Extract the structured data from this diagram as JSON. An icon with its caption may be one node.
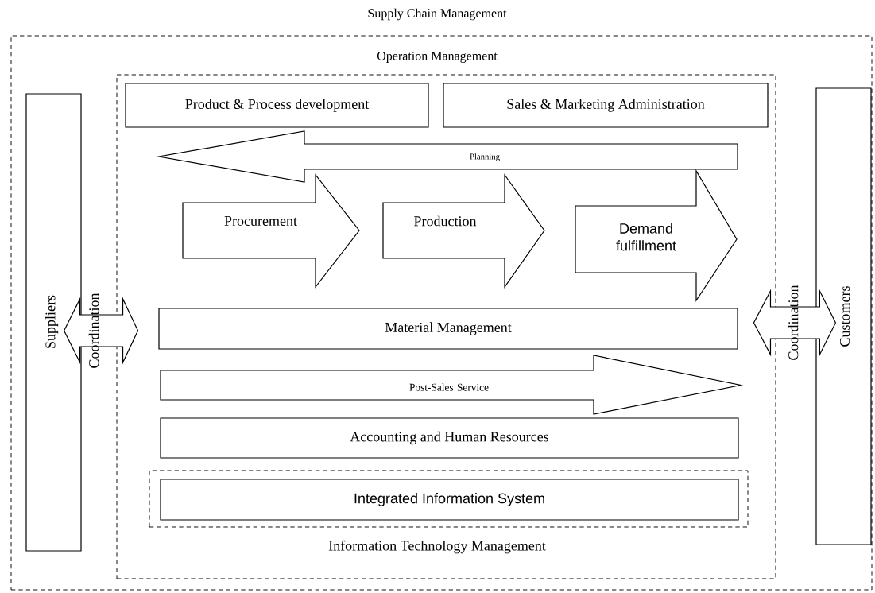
{
  "diagram": {
    "nodes": [
      {
        "text": [
          "Supply Chain Management"
        ]
      },
      {
        "text": [
          "Operation Management"
        ],
        "in": 0
      },
      {
        "text": [
          "Product & Process development"
        ],
        "in": 1
      },
      {
        "text": [
          "Sales & Marketing Administration"
        ],
        "in": 1
      },
      {
        "text": [
          "Planning"
        ],
        "in": 1
      },
      {
        "text": [
          "Procurement"
        ],
        "in": 1
      },
      {
        "text": [
          "Production"
        ],
        "in": 1
      },
      {
        "text": [
          "Demand fulfillment"
        ],
        "in": 1
      },
      {
        "text": [
          "Material Management"
        ],
        "in": 1
      },
      {
        "text": [
          "Post-Sales Service"
        ],
        "in": 1
      },
      {
        "text": [
          "Accounting and Human Resources"
        ],
        "in": 1
      },
      {
        "text": [
          "Information Technology Management"
        ],
        "in": 1
      },
      {
        "text": [
          "Integrated Information System"
        ],
        "in": 11
      },
      {
        "text": [
          "Suppliers"
        ],
        "in": 0
      },
      {
        "text": [
          "Customers"
        ],
        "in": 0
      }
    ],
    "edges": [
      {
        "from": 13,
        "to": 1,
        "arrow": "both",
        "label": "Coordination"
      },
      {
        "from": 1,
        "to": 14,
        "arrow": "both",
        "label": "Coordination"
      }
    ]
  }
}
